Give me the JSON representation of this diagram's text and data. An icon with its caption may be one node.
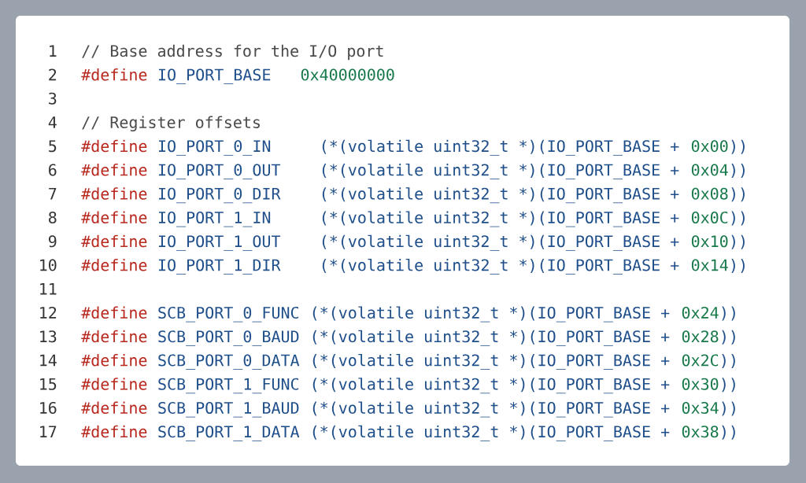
{
  "diagram": {
    "labels": [
      "1",
      "// Base address for the I/O port",
      "2",
      "#define",
      "IO_PORT_BASE",
      "0x40000000",
      "3",
      "4",
      "// Register offsets",
      "5",
      "#define",
      "IO_PORT_0_IN",
      "(*(volatile uint32_t *)(IO_PORT_BASE +",
      "0x00",
      "))",
      "6",
      "#define",
      "IO_PORT_0_OUT",
      "(*(volatile uint32_t *)(IO_PORT_BASE +",
      "0x04",
      "))",
      "7",
      "#define",
      "IO_PORT_0_DIR",
      "(*(volatile uint32_t *)(IO_PORT_BASE +",
      "0x08",
      "))",
      "8",
      "#define",
      "IO_PORT_1_IN",
      "(*(volatile uint32_t *)(IO_PORT_BASE +",
      "0x0C",
      "))",
      "9",
      "#define",
      "IO_PORT_1_OUT",
      "(*(volatile uint32_t *)(IO_PORT_BASE +",
      "0x10",
      "))",
      "10",
      "#define",
      "IO_PORT_1_DIR",
      "(*(volatile uint32_t *)(IO_PORT_BASE +",
      "0x14",
      "))",
      "11",
      "12",
      "#define",
      "SCB_PORT_0_FUNC",
      "(*(volatile uint32_t *)(IO_PORT_BASE +",
      "0x24",
      "))",
      "13",
      "#define",
      "SCB_PORT_0_BAUD",
      "(*(volatile uint32_t *)(IO_PORT_BASE +",
      "0x28",
      "))",
      "14",
      "#define",
      "SCB_PORT_0_DATA",
      "(*(volatile uint32_t *)(IO_PORT_BASE +",
      "0x2C",
      "))",
      "15",
      "#define",
      "SCB_PORT_1_FUNC",
      "(*(volatile uint32_t *)(IO_PORT_BASE +",
      "0x30",
      "))",
      "16",
      "#define",
      "SCB_PORT_1_BAUD",
      "(*(volatile uint32_t *)(IO_PORT_BASE +",
      "0x34",
      "))",
      "17",
      "#define",
      "SCB_PORT_1_DATA",
      "(*(volatile uint32_t *)(IO_PORT_BASE +",
      "0x38",
      "))"
    ]
  }
}
